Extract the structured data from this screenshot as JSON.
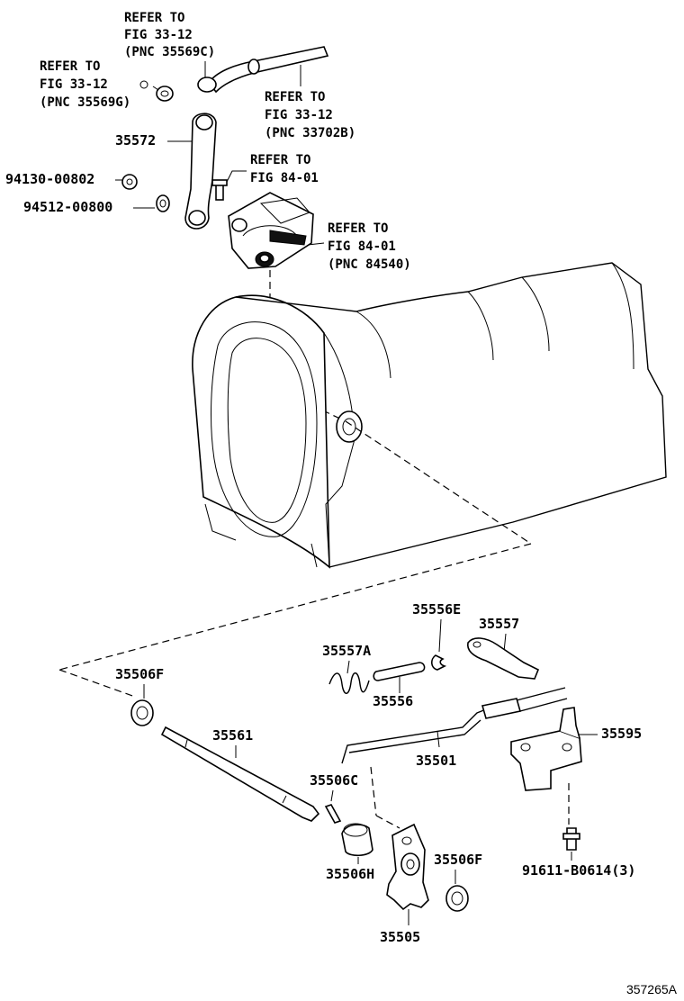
{
  "diagram_code": "357265A",
  "references": {
    "ref_35569c": [
      "REFER TO",
      "FIG 33-12",
      "(PNC 35569C)"
    ],
    "ref_35569g": [
      "REFER TO",
      "FIG 33-12",
      "(PNC 35569G)"
    ],
    "ref_33702b": [
      "REFER TO",
      "FIG 33-12",
      "(PNC 33702B)"
    ],
    "ref_84_01": [
      "REFER TO",
      "FIG 84-01"
    ],
    "ref_84540": [
      "REFER TO",
      "FIG 84-01",
      "(PNC 84540)"
    ]
  },
  "parts": {
    "p35572": "35572",
    "p94130": "94130-00802",
    "p94512": "94512-00800",
    "p35556e": "35556E",
    "p35557": "35557",
    "p35557a": "35557A",
    "p35556": "35556",
    "p35506f_left": "35506F",
    "p35561": "35561",
    "p35501": "35501",
    "p35595": "35595",
    "p35506c": "35506C",
    "p35506h": "35506H",
    "p35506f_right": "35506F",
    "p35505": "35505",
    "p91611": "91611-B0614(3)"
  }
}
